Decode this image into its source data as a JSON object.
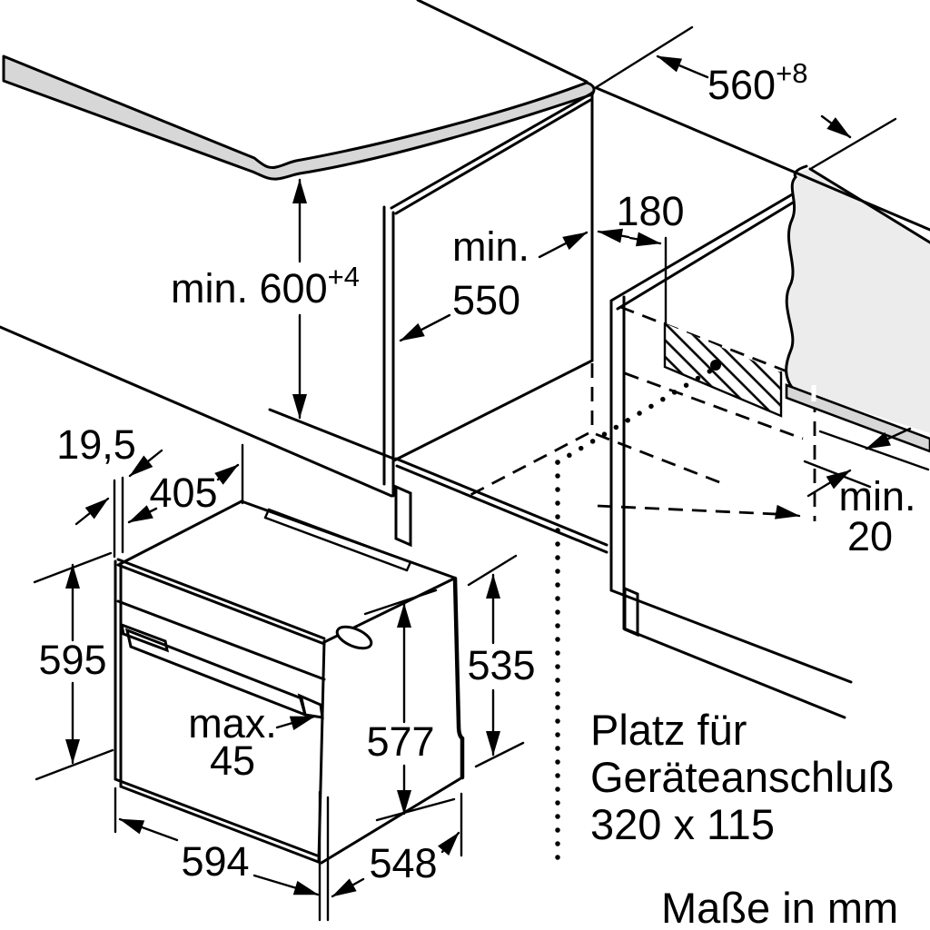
{
  "dimensions": {
    "niche_height": {
      "value": "min. 600",
      "sup": "+4"
    },
    "niche_width": {
      "value": "560",
      "sup": "+8"
    },
    "wall_offset": "180",
    "niche_depth": {
      "line1": "min.",
      "line2": "550"
    },
    "rear_gap": {
      "line1": "min.",
      "line2": "20"
    },
    "oven_height": "595",
    "front_overhang": "19,5",
    "top_depth": "405",
    "handle_depth": {
      "line1": "max.",
      "line2": "45"
    },
    "body_rear_height": "577",
    "body_rear_depth": "535",
    "oven_width": "594",
    "oven_depth": "548"
  },
  "connection_note": {
    "line1": "Platz für",
    "line2": "Geräteanschluß",
    "line3": "320 x 115"
  },
  "units_note": "Maße in mm",
  "colors": {
    "outline": "#000000",
    "worktop_edge": "#d7d7d7",
    "wall_fill": "#ececec",
    "plinth_fill": "#d7d7d7",
    "background": "#ffffff"
  }
}
